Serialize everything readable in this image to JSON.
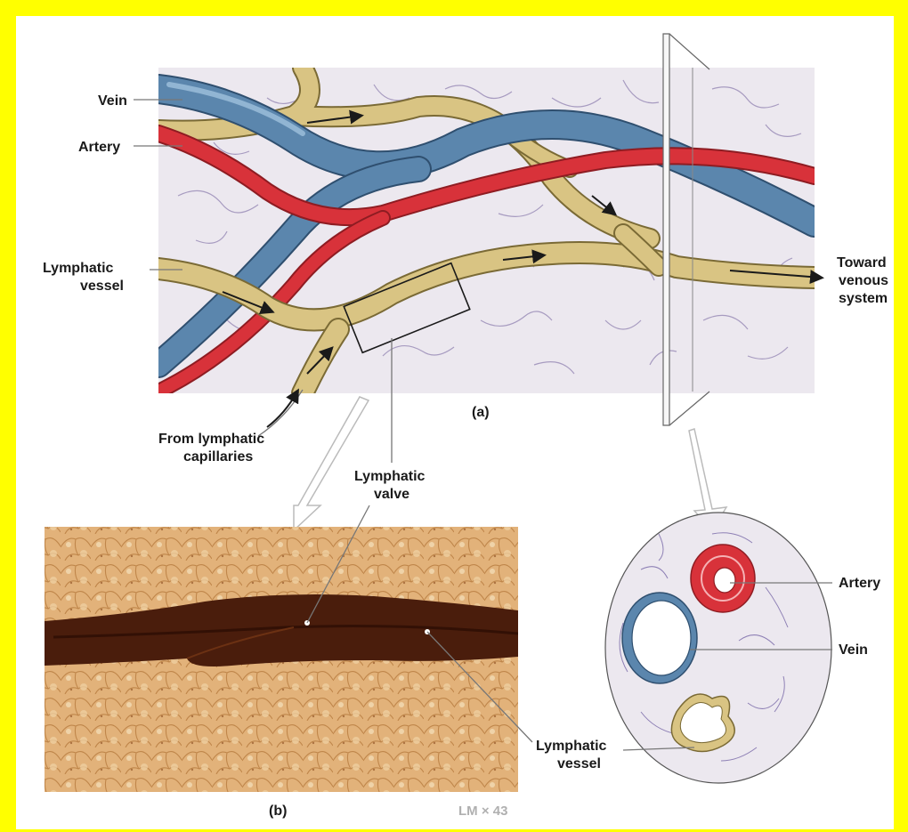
{
  "labels": {
    "vein": "Vein",
    "artery": "Artery",
    "lymphatic_vessel_line1": "Lymphatic",
    "lymphatic_vessel_line2": "vessel",
    "toward_line1": "Toward",
    "toward_line2": "venous",
    "toward_line3": "system",
    "from_line1": "From lymphatic",
    "from_line2": "capillaries",
    "valve_line1": "Lymphatic",
    "valve_line2": "valve",
    "panel_a": "(a)",
    "panel_b": "(b)",
    "magnification": "LM × 43",
    "cs_artery": "Artery",
    "cs_vein": "Vein",
    "cs_lymph_line1": "Lymphatic",
    "cs_lymph_line2": "vessel"
  },
  "colors": {
    "frame_border": "#ffff00",
    "vein": "#5b86ad",
    "artery": "#d8323a",
    "lymph": "#d9c483",
    "tissue": "#ece8ef",
    "micrograph_bg": "#d9a76a",
    "micrograph_vessel": "#4a1d0c"
  }
}
